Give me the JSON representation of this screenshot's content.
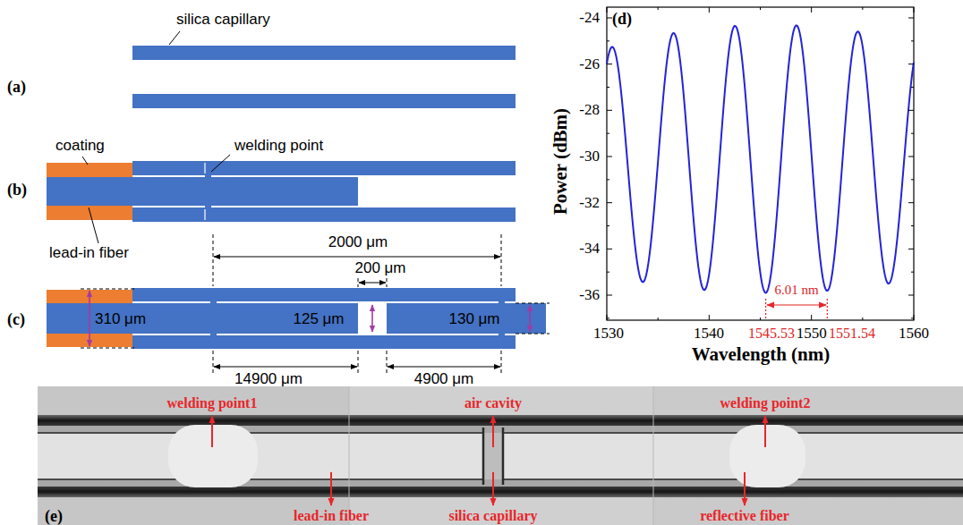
{
  "diagram": {
    "labels": [
      "(a)",
      "silica capillary",
      "(b)",
      "coating",
      "welding point",
      "lead-in fiber",
      "(c)",
      "2000 μm",
      "200 μm",
      "310 μm",
      "125 μm",
      "130 μm",
      "14900 μm",
      "4900 μm",
      "(d)",
      "-24",
      "-26",
      "-28",
      "-30",
      "-32",
      "-34",
      "-36",
      "Power (dBm)",
      "1530",
      "1540",
      "1545.53",
      "1550",
      "1551.54",
      "1560",
      "Wavelength (nm)",
      "6.01 nm",
      "(e)",
      "welding point1",
      "air cavity",
      "welding point2",
      "lead-in fiber",
      "silica capillary",
      "reflective fiber"
    ]
  }
}
